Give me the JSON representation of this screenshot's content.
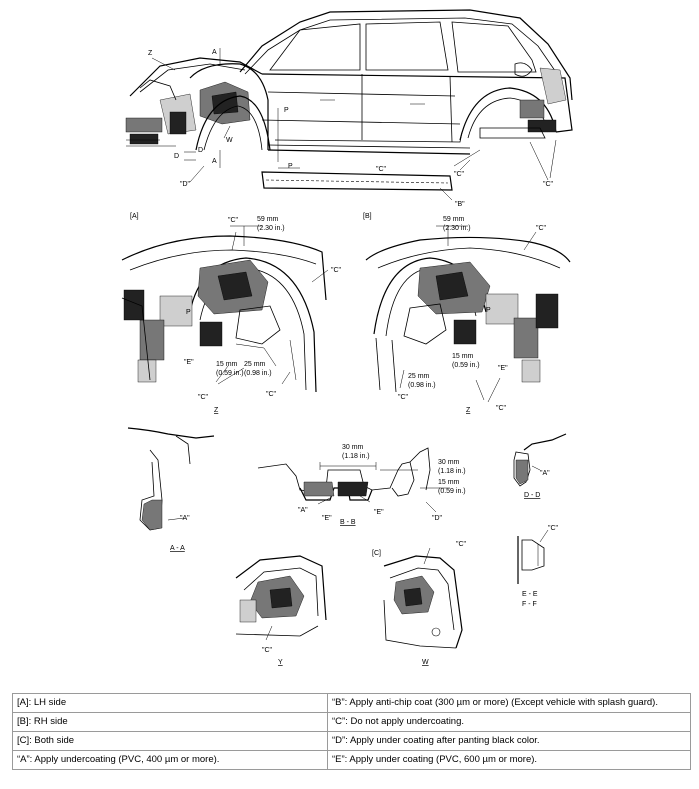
{
  "labels": {
    "main": [
      "A",
      "A",
      "Z",
      "P",
      "P",
      "D",
      "D",
      "W",
      "\"D\"",
      "\"C\"",
      "\"C\"",
      "\"C\"",
      "\"B\""
    ],
    "panel_a": {
      "tag": "[A]",
      "c_top": "\"C\"",
      "dim1": "59 mm",
      "dim1_in": "(2.30 in.)",
      "c_side": "\"C\"",
      "pp": "P",
      "dim2": "25 mm",
      "dim2_in": "(0.98 in.)",
      "dim3": "15 mm",
      "dim3_in": "(0.59 in.)",
      "e": "\"E\"",
      "c_bot1": "\"C\"",
      "c_bot2": "\"C\"",
      "view": "Z"
    },
    "panel_b": {
      "tag": "[B]",
      "c_top": "\"C\"",
      "dim1": "59 mm",
      "dim1_in": "(2.30 in.)",
      "pp": "P",
      "dim3": "15 mm",
      "dim3_in": "(0.59 in.)",
      "dim2": "25 mm",
      "dim2_in": "(0.98 in.)",
      "e": "\"E\"",
      "c_bot1": "\"C\"",
      "c_bot2": "\"C\"",
      "view": "Z"
    },
    "section_aa": {
      "a": "\"A\"",
      "caption": "A - A"
    },
    "section_bb": {
      "dim1": "30 mm",
      "dim1_in": "(1.18 in.)",
      "dim2": "30 mm",
      "dim2_in": "(1.18 in.)",
      "dim3": "15 mm",
      "dim3_in": "(0.59 in.)",
      "a": "\"A\"",
      "e1": "\"E\"",
      "e2": "\"E\"",
      "d": "\"D\"",
      "caption": "B - B"
    },
    "section_dd": {
      "a": "\"A\"",
      "caption": "D - D"
    },
    "section_ee": {
      "c": "\"C\"",
      "caption1": "E - E",
      "caption2": "F - F"
    },
    "view_y": {
      "c": "\"C\"",
      "caption": "Y"
    },
    "view_w": {
      "tag": "[C]",
      "c": "\"C\"",
      "caption": "W"
    }
  },
  "legend": [
    [
      "[A]: LH side",
      "“B”: Apply anti-chip coat (300 µm or more) (Except vehicle with splash guard)."
    ],
    [
      "[B]: RH side",
      "“C”: Do not apply undercoating."
    ],
    [
      "[C]: Both side",
      "“D”: Apply under coating after panting black color."
    ],
    [
      "“A”: Apply undercoating (PVC, 400 µm or more).",
      "“E”: Apply under coating (PVC, 600 µm or more)."
    ]
  ]
}
